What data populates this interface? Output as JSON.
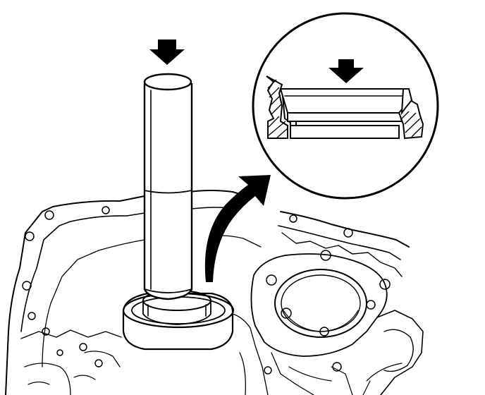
{
  "figure": {
    "type": "technical-line-drawing",
    "style": "black-and-white line art",
    "colors": {
      "ink": "#000000",
      "paper": "#ffffff"
    },
    "parts": {
      "housing": "transmission-case-housing",
      "bore": "case-bore-opening",
      "installer": "seal-installer-tool",
      "seal": "oil-seal",
      "detail": "seal-cross-section-inset"
    },
    "icons": {
      "press_arrow_main": "arrow-down-icon",
      "press_arrow_detail": "arrow-down-icon",
      "callout_arrow": "curved-arrow-icon"
    },
    "text_labels": []
  }
}
